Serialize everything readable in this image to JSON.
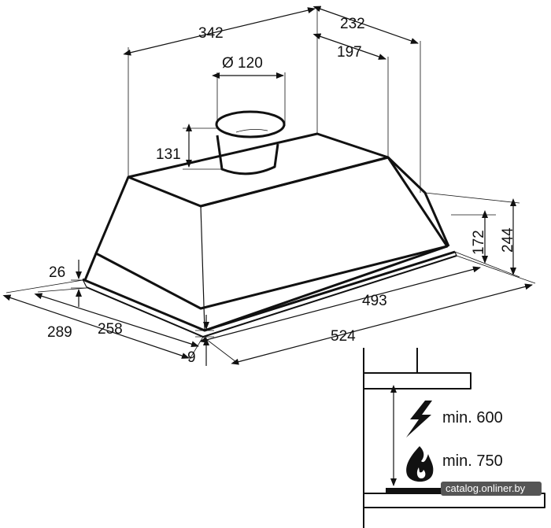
{
  "dimensions": {
    "width_top": "342",
    "depth_top": "232",
    "depth_inner": "197",
    "duct_diameter": "Ø 120",
    "duct_height": "131",
    "height_inner": "172",
    "height_total": "244",
    "frame_thickness": "26",
    "depth_total": "289",
    "depth_body": "258",
    "width_inner": "493",
    "width_total": "524",
    "panel_thickness": "9"
  },
  "clearance": {
    "electric": "min. 600",
    "gas": "min. 750"
  },
  "watermark": "catalog.onliner.by"
}
